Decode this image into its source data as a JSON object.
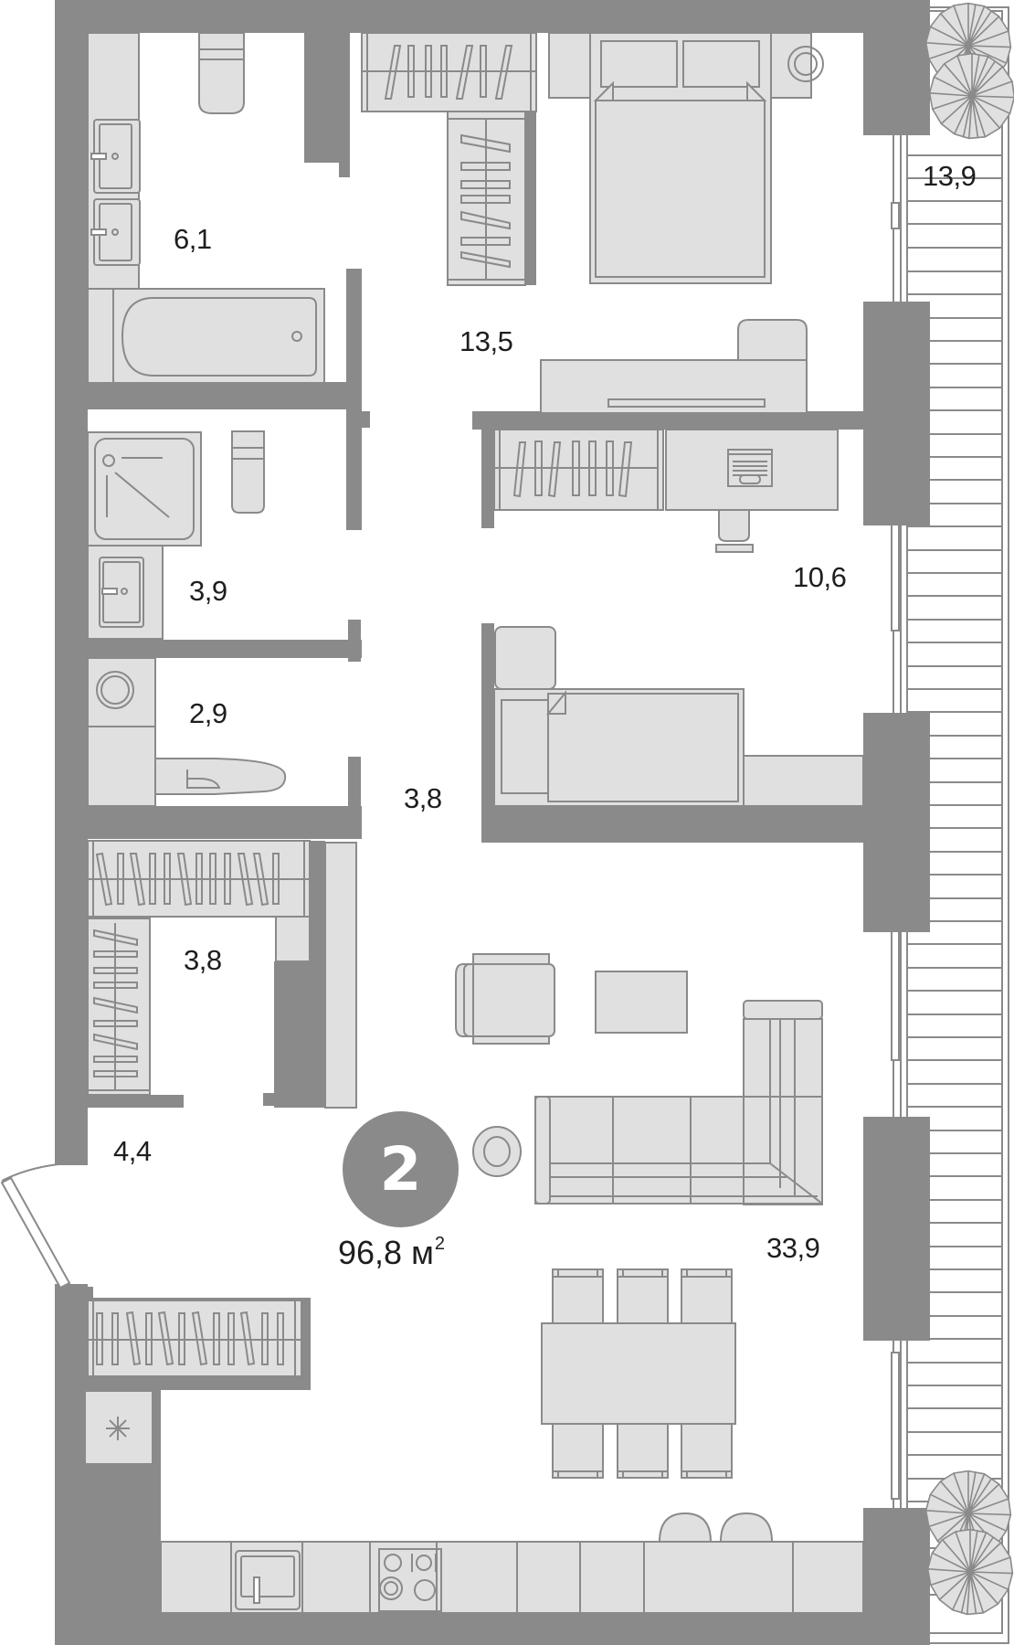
{
  "plan": {
    "colors": {
      "wall": "#8a8a8a",
      "furniture": "#e0e0e0",
      "background": "#ffffff",
      "text": "#1e1e1e",
      "badge_text": "#ffffff"
    },
    "apartment": {
      "rooms_count": "2",
      "total_area": "96,8",
      "unit": "м",
      "unit_power": "2"
    },
    "rooms": [
      {
        "id": "bathroom",
        "area": "6,1"
      },
      {
        "id": "bedroom-master",
        "area": "13,5"
      },
      {
        "id": "balcony",
        "area": "13,9"
      },
      {
        "id": "shower-room",
        "area": "3,9"
      },
      {
        "id": "bedroom-second",
        "area": "10,6"
      },
      {
        "id": "laundry",
        "area": "2,9"
      },
      {
        "id": "corridor",
        "area": "3,8"
      },
      {
        "id": "wardrobe",
        "area": "3,8"
      },
      {
        "id": "entrance-hall",
        "area": "4,4"
      },
      {
        "id": "living-kitchen",
        "area": "33,9"
      }
    ]
  }
}
